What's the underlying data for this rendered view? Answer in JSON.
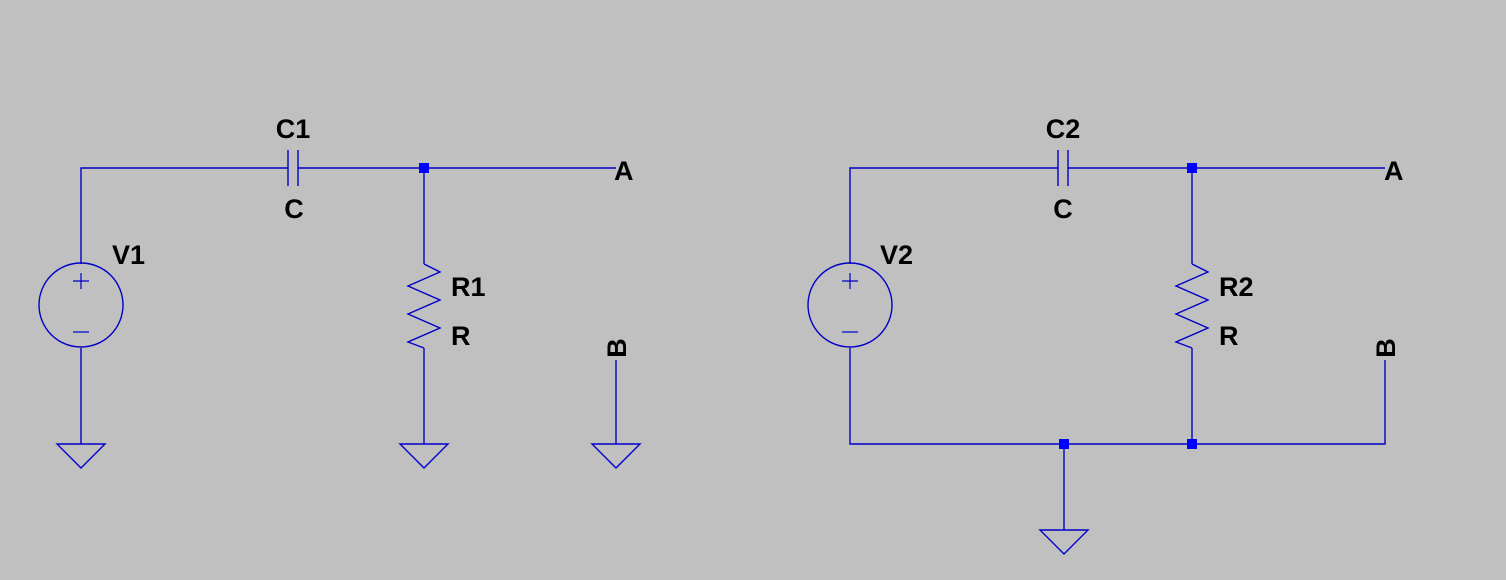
{
  "colors": {
    "background": "#c0c0c0",
    "wire": "#0000c8",
    "junction": "#0000ff",
    "label": "#000000"
  },
  "circuit_left": {
    "source": {
      "name": "V1"
    },
    "capacitor": {
      "name": "C1",
      "value": "C"
    },
    "resistor": {
      "name": "R1",
      "value": "R"
    },
    "net_a": "A",
    "net_b": "B"
  },
  "circuit_right": {
    "source": {
      "name": "V2"
    },
    "capacitor": {
      "name": "C2",
      "value": "C"
    },
    "resistor": {
      "name": "R2",
      "value": "R"
    },
    "net_a": "A",
    "net_b": "B"
  },
  "icons": [
    "voltage-source-icon",
    "capacitor-icon",
    "resistor-icon",
    "ground-icon",
    "junction-dot"
  ]
}
